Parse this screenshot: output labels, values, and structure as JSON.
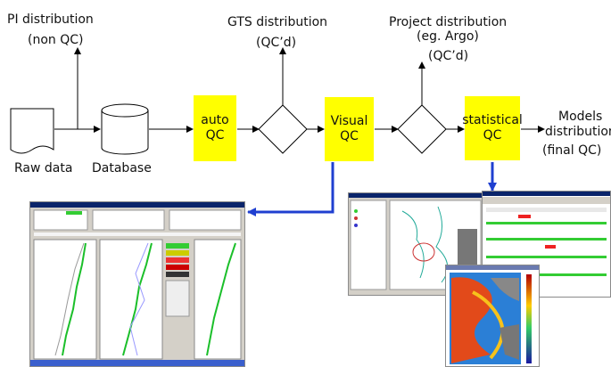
{
  "labels": {
    "pi_line1": "PI distribution",
    "pi_line2": "(non QC)",
    "gts_line1": "GTS distribution",
    "gts_line2": "(QC’d)",
    "project_line1": "Project distribution",
    "project_line2": "(eg. Argo)",
    "project_line3": "(QC’d)",
    "raw_data": "Raw data",
    "database": "Database",
    "models_line1": "Models",
    "models_line2": "distribution",
    "models_line3": "(final QC)"
  },
  "boxes": {
    "auto_line1": "auto",
    "auto_line2": "QC",
    "visual_line1": "Visual",
    "visual_line2": "QC",
    "statistical_line1": "statistical",
    "statistical_line2": "QC"
  },
  "colors": {
    "qc_box": "#ffff00",
    "line": "#000000",
    "screenshot_arrow": "#1f3fd0"
  },
  "icons": {
    "raw_data": "document-icon",
    "database": "database-cylinder-icon",
    "decision": "diamond-icon"
  }
}
